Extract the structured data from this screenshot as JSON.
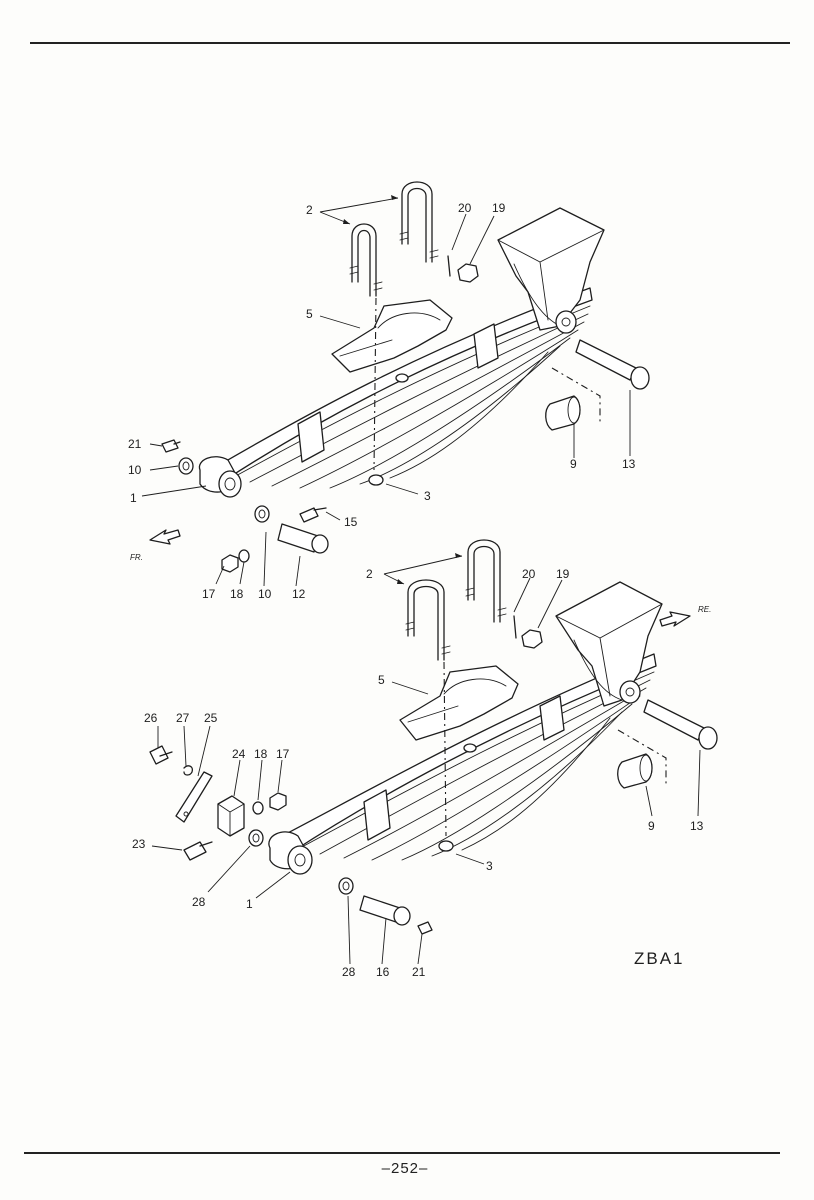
{
  "upper_assembly": {
    "callouts": {
      "u_bolt": "2",
      "spring_pin": "20",
      "nut": "19",
      "seat": "5",
      "bushing_grease": "21",
      "washer": "10",
      "spring_leaf": "1",
      "pad": "3",
      "bolt_15": "15",
      "nut_17": "17",
      "washer_18": "18",
      "washer_10b": "10",
      "shackle_pin": "12",
      "collar": "9",
      "bracket_bolt": "13"
    },
    "direction_label": "FR."
  },
  "lower_assembly": {
    "callouts": {
      "u_bolt": "2",
      "spring_pin": "20",
      "nut": "19",
      "seat": "5",
      "bolt_26": "26",
      "clip_27": "27",
      "plate_25": "25",
      "block_24": "24",
      "washer_18": "18",
      "nut_17": "17",
      "bolt_23": "23",
      "washer_28": "28",
      "spring_leaf": "1",
      "pad": "3",
      "washer_28b": "28",
      "pin_16": "16",
      "grease_21": "21",
      "collar": "9",
      "bracket_bolt": "13"
    },
    "direction_label": "RE."
  },
  "diagram_code": "ZBA1",
  "page_number": "–252–"
}
